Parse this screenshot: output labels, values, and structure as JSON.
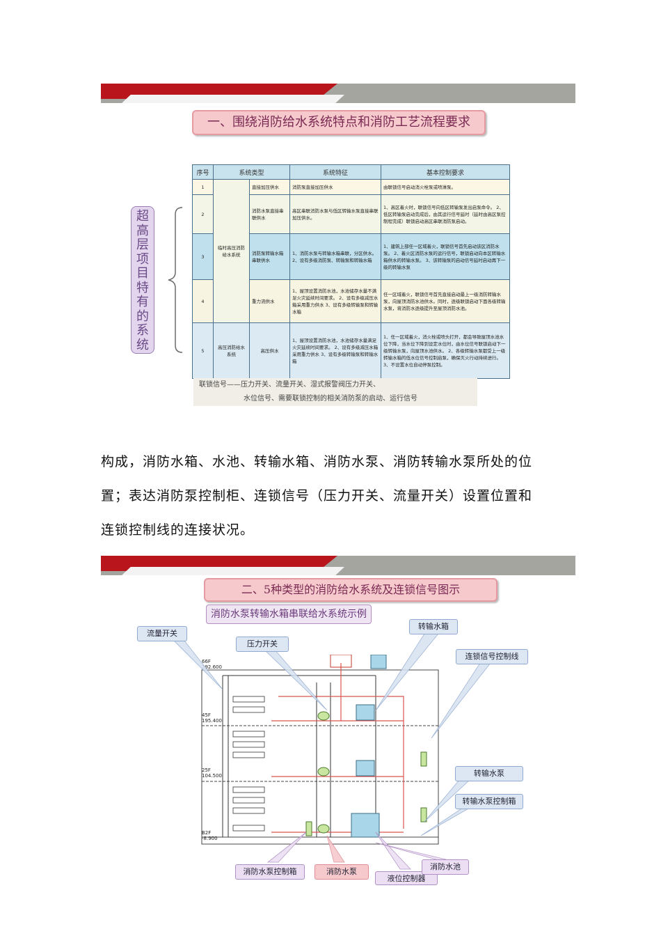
{
  "slide1": {
    "title": "一、围绕消防给水系统特点和消防工艺流程要求",
    "side_label": "超高层项目特有的系统",
    "table": {
      "headers": [
        "序号",
        "系统类型",
        "系统特征",
        "基本控制要求"
      ],
      "group1_type": "临时高压消防给水系统",
      "group2_type": "高压消防给水系统",
      "rows": [
        {
          "no": "1",
          "subtype": "直接加压供水",
          "feature": "消防泵直接加压供水",
          "control": "由联锁信号启动消火栓泵或喷淋泵。"
        },
        {
          "no": "2",
          "subtype": "消防水泵直接串联供水",
          "feature": "高区串联消防水泵与低区转输水泵直接串联加压供水。",
          "control": "1、高区着火时，联锁信号向低区转输泵发出启泵命令。 2、低区转输泵启动完成后，由其运行信号延时（延时由高区泵控制程完成）联锁启动高区串联消防泵启动。"
        },
        {
          "no": "3",
          "subtype": "消防泵转输水箱串联供水",
          "feature": "1、消防水泵与转输水箱串联，分区供水。 2、设有多级消防泵、转输泵和转输水箱",
          "control": "1、建筑上部任一区域着火，联锁信号首先启动该区消防水泵。 2、着火区消防水泵的运行信号，联锁启动向本区转输水箱供水的转输水泵。 3、该转输泵的启动信号延时启动再下一级的转输水泵"
        },
        {
          "no": "4",
          "subtype": "重力流供水",
          "feature": "1、屋顶设置消防水池，水池储存水量不满足火灾延续时间要求。 2、设有多级减压水箱采用重力供水 3、设有多级转输泵和转输水箱",
          "control": "任一区域着火，联锁信号首先直接启动最上一级消防转输水泵，向屋顶消防水池供水。同时，逐级联锁启动下面各级转输水泵，将消防水逐级提升至屋顶消防水池。"
        },
        {
          "no": "5",
          "subtype": "高压供水",
          "feature": "1、屋顶设置消防水池，水池储存水量满足火灾延续时间要求。 2、设有多级减压水箱采用重力供水 3、设有多级转输泵和转输水箱",
          "control": "1、任一区域着火，消火栓或喷头打开，都会导致屋顶水池水位下降，当水位下降到设定水位时，由水位信号联锁启动下一级转输水泵，向屋顶水池供水。 2、各级转输水泵都受上一级转输水箱的低水位信号控制启泵，确保灭火行动持续进行。 3、不设置水位自动停泵控制。"
        }
      ]
    },
    "note_line1": "联锁信号——压力开关、流量开关、湿式报警阀压力开关、",
    "note_line2": "水位信号、需要联锁控制的相关消防泵的启动、运行信号"
  },
  "paragraph": {
    "line1": "构成，消防水箱、水池、转输水箱、消防水泵、消防转输水泵所处的位",
    "line2": "置；表达消防泵控制柜、连锁信号（压力开关、流量开关）设置位置和",
    "line3": "连锁控制线的连接状况。"
  },
  "slide2": {
    "title": "二、5种类型的消防给水系统及连锁信号图示",
    "subtitle": "消防水泵转输水箱串联给水系统示例",
    "callouts": {
      "flow_switch": "流量开关",
      "pressure_switch": "压力开关",
      "transfer_tank": "转输水箱",
      "interlock_line": "连锁信号控制线",
      "transfer_pump": "转输水泵",
      "transfer_pump_cabinet": "转输水泵控制箱",
      "fire_pump_cabinet": "消防水泵控制箱",
      "fire_pump": "消防水泵",
      "level_controller": "液位控制器",
      "fire_pool": "消防水池"
    },
    "floors": [
      {
        "name": "66F",
        "elev": "292.600"
      },
      {
        "name": "45F",
        "elev": "195.400"
      },
      {
        "name": "25F",
        "elev": "104.500"
      },
      {
        "name": "B2F",
        "elev": "-8.900"
      }
    ]
  }
}
